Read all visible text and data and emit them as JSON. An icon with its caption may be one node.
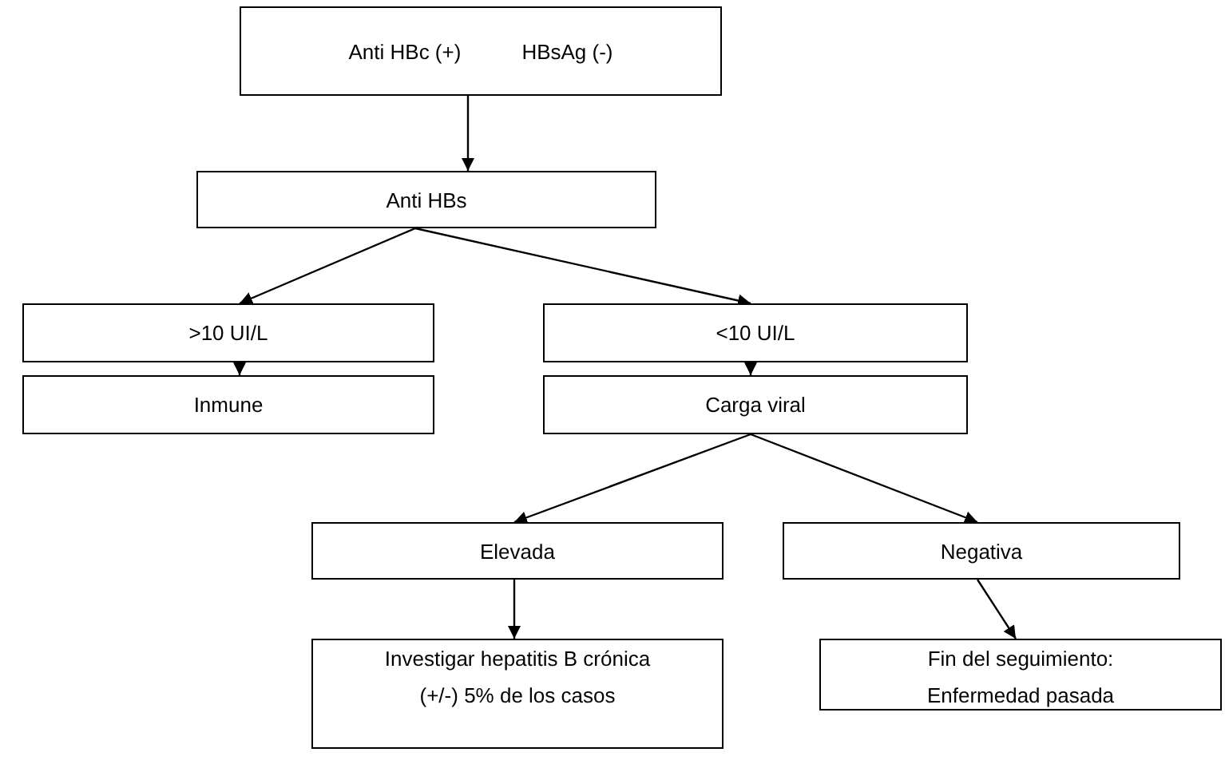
{
  "diagram": {
    "nodes": [
      {
        "text": [
          "Anti HBc (+)",
          "HBsAg (-)"
        ]
      },
      {
        "text": [
          "Anti HBs"
        ]
      },
      {
        "text": [
          ">10 UI/L"
        ]
      },
      {
        "text": [
          "<10 UI/L"
        ]
      },
      {
        "text": [
          "Inmune"
        ]
      },
      {
        "text": [
          "Carga viral"
        ]
      },
      {
        "text": [
          "Elevada"
        ]
      },
      {
        "text": [
          "Negativa"
        ]
      },
      {
        "text": [
          "Investigar hepatitis B crónica",
          "(+/-) 5% de los casos"
        ]
      },
      {
        "text": [
          "Fin del seguimiento:",
          "Enfermedad pasada"
        ]
      }
    ],
    "edges": [
      {
        "from": 0,
        "to": 1,
        "arrow": "to"
      },
      {
        "from": 1,
        "to": 2,
        "arrow": "to"
      },
      {
        "from": 1,
        "to": 3,
        "arrow": "to"
      },
      {
        "from": 2,
        "to": 4,
        "arrow": "to"
      },
      {
        "from": 3,
        "to": 5,
        "arrow": "to"
      },
      {
        "from": 5,
        "to": 6,
        "arrow": "to"
      },
      {
        "from": 5,
        "to": 7,
        "arrow": "to"
      },
      {
        "from": 6,
        "to": 8,
        "arrow": "to"
      },
      {
        "from": 7,
        "to": 9,
        "arrow": "to"
      }
    ]
  }
}
